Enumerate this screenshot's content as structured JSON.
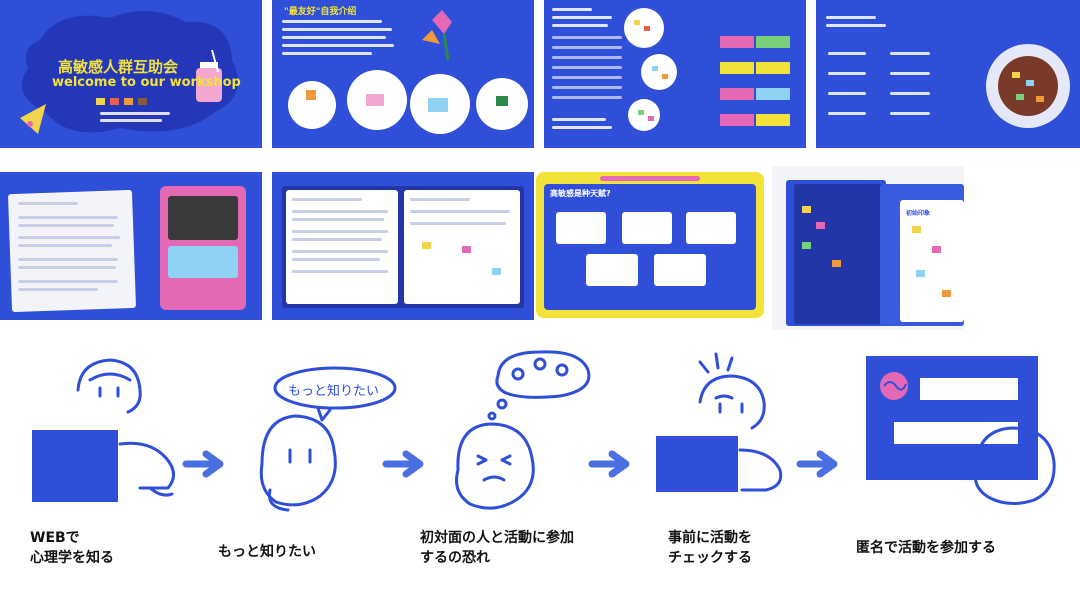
{
  "slides": {
    "s1": {
      "title_cn": "高敏感人群互助会",
      "title_en": "welcome to our workshop"
    },
    "s2": {
      "heading": "\"最友好\"自我介绍"
    },
    "s7": {
      "heading": "高敏感是种天赋?"
    },
    "s9": {
      "heading": "初始印象"
    }
  },
  "steps": [
    {
      "line1": "WEBで",
      "line2": "心理学を知る"
    },
    {
      "line1": "もっと知りたい",
      "line2": ""
    },
    {
      "line1": "初対面の人と活動に参加",
      "line2": "するの恐れ"
    },
    {
      "line1": "事前に活動を",
      "line2": "チェックする"
    },
    {
      "line1": "匿名で活動を参加する",
      "line2": ""
    }
  ],
  "bubble_text": "もっと知りたい",
  "colors": {
    "accent": "#2f4fd8",
    "arrow": "#4a6fe0",
    "dark": "#2236a8",
    "pink": "#e468b4",
    "yellow": "#f2e23a"
  },
  "icons": [
    "laptop-icon",
    "arrow-right-icon",
    "speech-bubble-icon",
    "thought-bubble-icon",
    "brain-icon"
  ]
}
